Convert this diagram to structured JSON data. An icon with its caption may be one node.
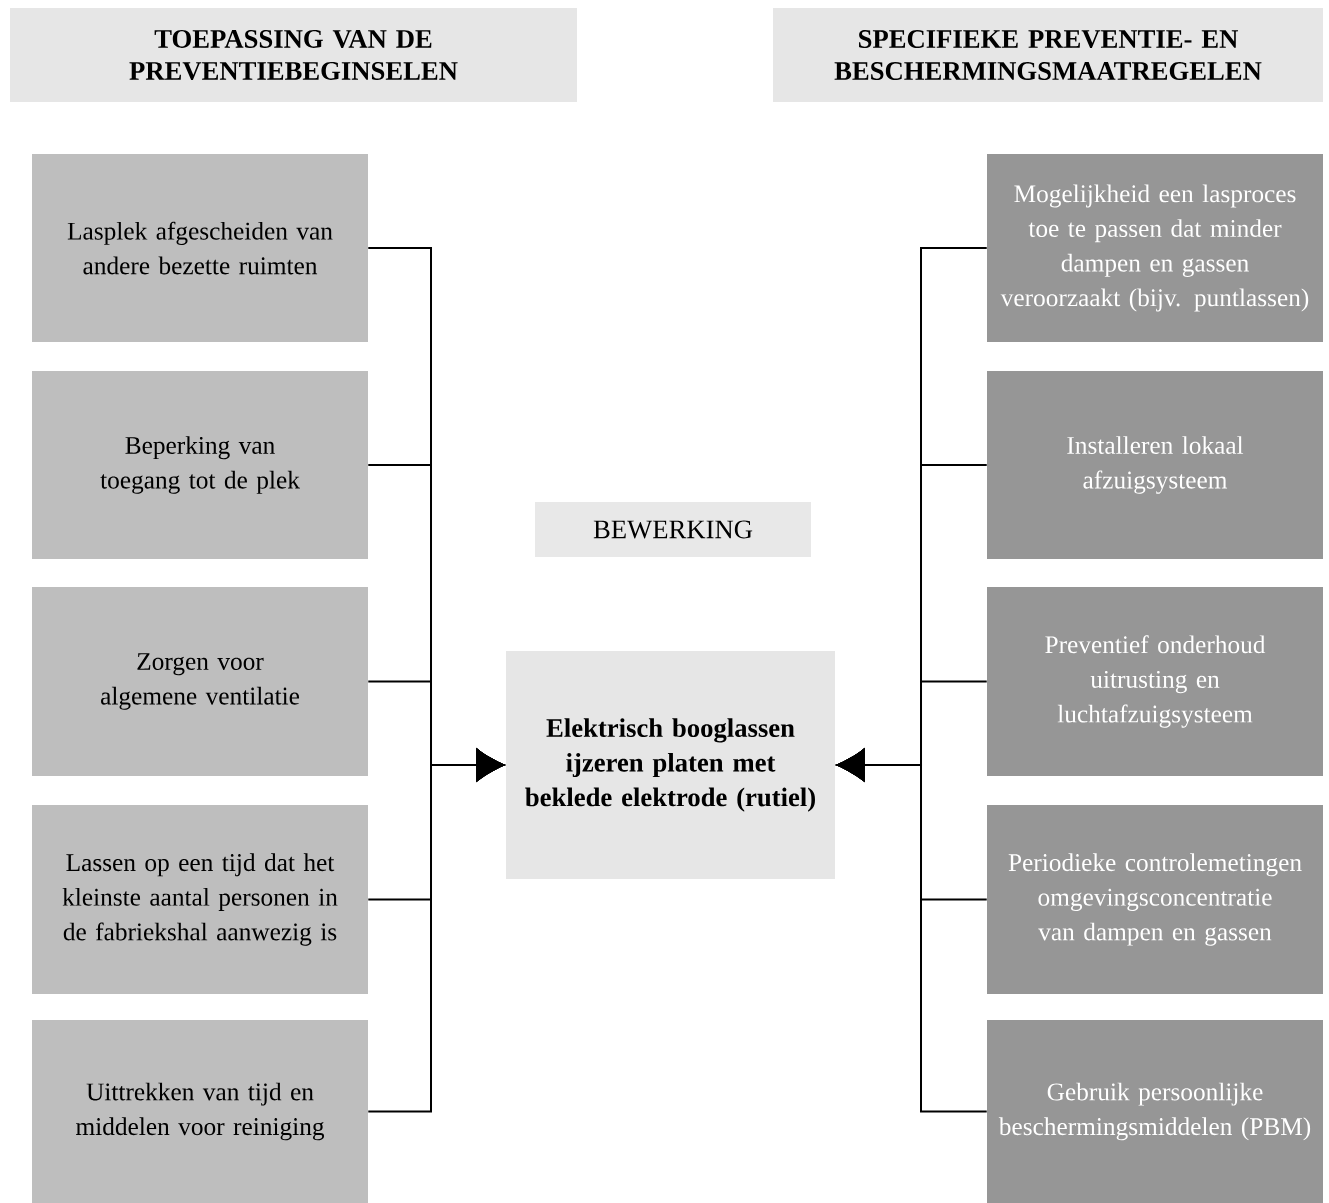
{
  "diagram": {
    "nodes": [
      {
        "text": [
          "TOEPASSING VAN DE PREVENTIEBEGINSELEN"
        ]
      },
      {
        "text": [
          "SPECIFIEKE PREVENTIE- EN BESCHERMINGSMAATREGELEN"
        ]
      },
      {
        "text": [
          "Lasplek afgescheiden van andere bezette ruimten"
        ]
      },
      {
        "text": [
          "Beperking van toegang tot de plek"
        ]
      },
      {
        "text": [
          "Zorgen voor algemene ventilatie"
        ]
      },
      {
        "text": [
          "Lassen op een tijd dat het kleinste aantal personen in de fabriekshal aanwezig is"
        ]
      },
      {
        "text": [
          "Uittrekken van tijd en middelen voor reiniging"
        ]
      },
      {
        "text": [
          "BEWERKING"
        ]
      },
      {
        "text": [
          "Elektrisch booglassen ijzeren platen met beklede elektrode (rutiel)"
        ]
      },
      {
        "text": [
          "Mogelijkheid een lasproces toe te passen dat minder dampen en gassen veroorzaakt (bijv. puntlassen)"
        ]
      },
      {
        "text": [
          "Installeren lokaal afzuigsysteem"
        ]
      },
      {
        "text": [
          "Preventief onderhoud uitrusting en luchtafzuigsysteem"
        ]
      },
      {
        "text": [
          "Periodieke controlemetingen omgevingsconcentratie van dampen en gassen"
        ]
      },
      {
        "text": [
          "Gebruik persoonlijke beschermingsmiddelen (PBM)"
        ]
      }
    ],
    "edges": [
      {
        "from": 2,
        "to": 8,
        "arrow": "to"
      },
      {
        "from": 3,
        "to": 8,
        "arrow": "to"
      },
      {
        "from": 4,
        "to": 8,
        "arrow": "to"
      },
      {
        "from": 5,
        "to": 8,
        "arrow": "to"
      },
      {
        "from": 6,
        "to": 8,
        "arrow": "to"
      },
      {
        "from": 9,
        "to": 8,
        "arrow": "to"
      },
      {
        "from": 10,
        "to": 8,
        "arrow": "to"
      },
      {
        "from": 11,
        "to": 8,
        "arrow": "to"
      },
      {
        "from": 12,
        "to": 8,
        "arrow": "to"
      },
      {
        "from": 13,
        "to": 8,
        "arrow": "to"
      }
    ]
  }
}
